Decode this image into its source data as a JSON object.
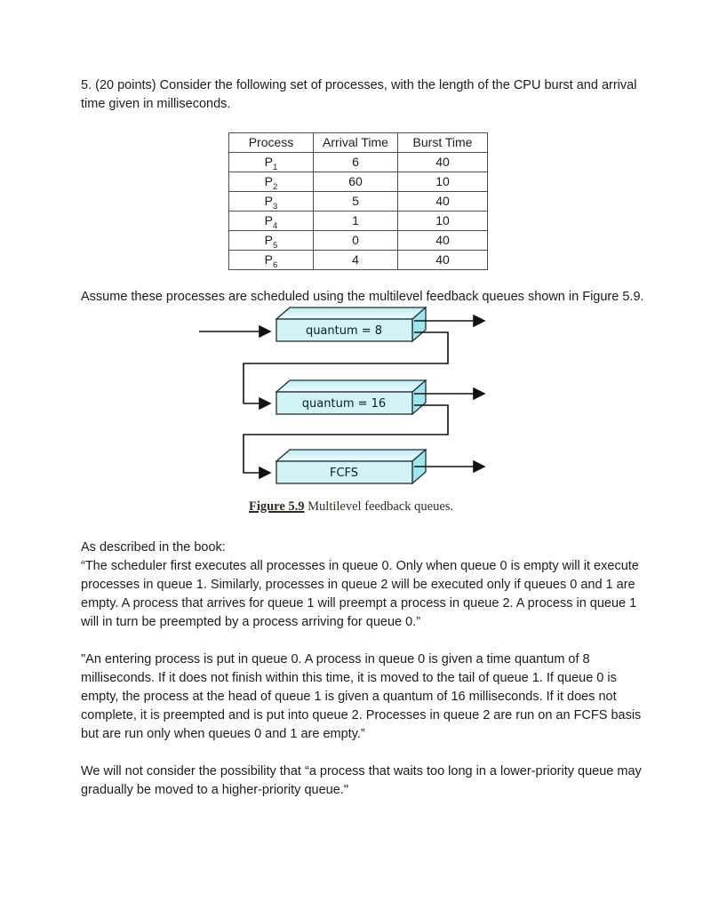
{
  "document": {
    "problem_statement": "5. (20 points) Consider the following set of processes, with the length of the CPU burst and arrival time given in milliseconds.",
    "assume_text": "Assume these processes are scheduled using the multilevel feedback queues shown in Figure 5.9.",
    "book_intro": "As described in the book:",
    "quote1": "“The scheduler first executes all processes in queue 0. Only when queue 0 is empty will it execute processes in queue 1. Similarly, processes in queue 2 will be executed only if queues 0 and 1 are empty. A process that arrives for queue 1 will preempt a process in queue 2. A process in queue 1 will in turn be preempted by a process arriving for queue 0.”",
    "quote2": "\"An entering process is put in queue 0. A process in queue 0 is given a time quantum of 8 milliseconds. If it does not finish within this time, it is moved to the tail of queue 1. If queue 0 is empty, the process at the head of queue 1 is given a quantum of 16 milliseconds. If it does not complete, it is preempted and is put into queue 2. Processes in queue 2 are run on an FCFS basis but are run only when queues 0 and 1 are empty.”",
    "final_note": "We will not consider the possibility that “a process that waits too long in a lower-priority queue may gradually be moved to a higher-priority queue.\""
  },
  "table": {
    "headers": [
      "Process",
      "Arrival Time",
      "Burst Time"
    ],
    "rows": [
      {
        "p": "P",
        "sub": "1",
        "arrival": "6",
        "burst": "40"
      },
      {
        "p": "P",
        "sub": "2",
        "arrival": "60",
        "burst": "10"
      },
      {
        "p": "P",
        "sub": "3",
        "arrival": "5",
        "burst": "40"
      },
      {
        "p": "P",
        "sub": "4",
        "arrival": "1",
        "burst": "10"
      },
      {
        "p": "P",
        "sub": "5",
        "arrival": "0",
        "burst": "40"
      },
      {
        "p": "P",
        "sub": "6",
        "arrival": "4",
        "burst": "40"
      }
    ]
  },
  "figure": {
    "queues": [
      {
        "label": "quantum = 8"
      },
      {
        "label": "quantum = 16"
      },
      {
        "label": "FCFS"
      }
    ],
    "caption_label": "Figure 5.9",
    "caption_text": " Multilevel feedback queues.",
    "colors": {
      "box_front": "#d3f4f7",
      "box_top_light": "#f0fcfd",
      "box_top_dark": "#bdedf3",
      "box_side": "#9fe6ee",
      "outline": "#1c2e31",
      "arrow": "#111111",
      "caption_text_color": "#332b22"
    }
  }
}
